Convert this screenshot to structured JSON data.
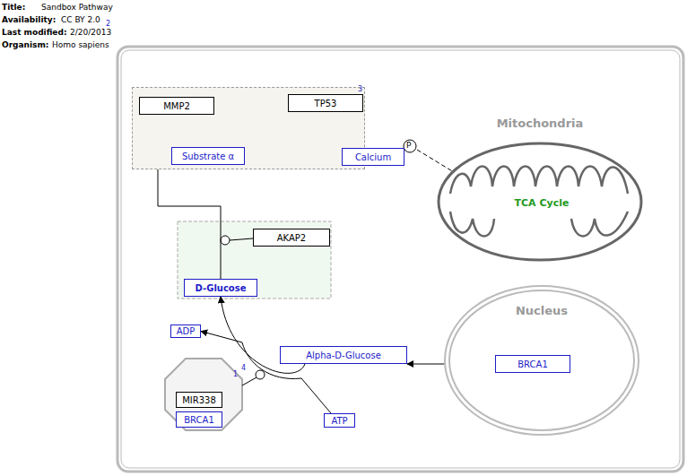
{
  "diagram": {
    "title": "Sandbox Pathway",
    "nodes": [
      {
        "text": [
          "3"
        ]
      },
      {
        "text": [
          "MMP2"
        ],
        "in": 0
      },
      {
        "text": [
          "TP53"
        ],
        "in": 0
      },
      {
        "text": [
          "Substrate α"
        ],
        "in": 0
      },
      {
        "text": [
          "Calcium"
        ],
        "in": 0
      },
      {
        "text": [
          "AKAP2"
        ]
      },
      {
        "text": [
          "D-Glucose"
        ]
      },
      {
        "text": [
          "Mitochondria"
        ]
      },
      {
        "text": [
          "TCA Cycle"
        ],
        "in": 7
      },
      {
        "text": [
          "Nucleus"
        ]
      },
      {
        "text": [
          "BRCA1"
        ],
        "in": 9
      },
      {
        "text": [
          "Alpha-D-Glucose"
        ]
      },
      {
        "text": [
          "ADP"
        ]
      },
      {
        "text": [
          "ATP"
        ]
      },
      {
        "text": [
          "MIR338"
        ]
      },
      {
        "text": [
          "BRCA1"
        ]
      }
    ],
    "edges": [
      {
        "from": 1,
        "to": 3,
        "arrow": "to"
      },
      {
        "from": 3,
        "to": 4,
        "arrow": "to"
      },
      {
        "from": 6,
        "to": 3,
        "arrow": "to"
      },
      {
        "from": 4,
        "to": 8,
        "arrow": "to"
      },
      {
        "from": 10,
        "to": 11,
        "arrow": "to"
      },
      {
        "from": 11,
        "to": 6,
        "arrow": "to"
      },
      {
        "from": 13,
        "to": 12,
        "arrow": "to"
      }
    ],
    "labels": [
      "Title:",
      "Availability:",
      "CC BY 2.0",
      "2",
      "Last modified:",
      "2/20/2013",
      "Organism:",
      "Homo sapiens",
      "P",
      "1",
      "4"
    ]
  }
}
